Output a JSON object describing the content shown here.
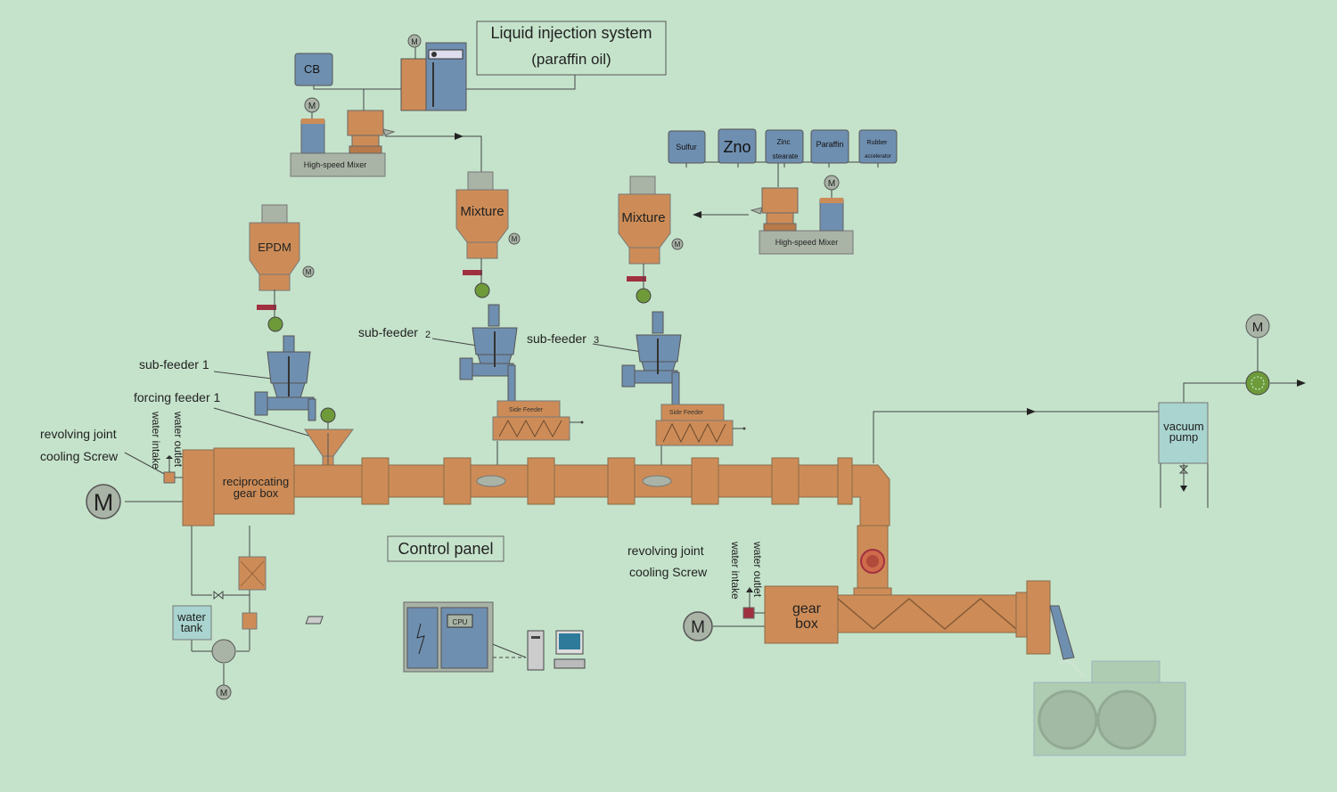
{
  "liquid": {
    "line1": "Liquid injection system",
    "line2": "(paraffin oil)"
  },
  "hoppers": {
    "cb": "CB",
    "epdm": "EPDM",
    "mixture": "Mixture"
  },
  "additives": {
    "sulfur": "Sulfur",
    "zno": "Zno",
    "zinc1": "Zinc",
    "zinc2": "stearate",
    "paraffin": "Paraffin",
    "rubber1": "Rubber",
    "rubber2": "accelerator"
  },
  "mixer": "High-speed  Mixer",
  "motor": "M",
  "side_feeder": "Side Feeder",
  "labels": {
    "sub1": "sub-feeder 1",
    "sub2": "sub-feeder",
    "sub2_num": "2",
    "sub3": "sub-feeder",
    "sub3_num": "3",
    "forcing": "forcing feeder 1",
    "revolving": "revolving joint",
    "cooling": "cooling Screw",
    "water_outlet": "water outlet",
    "water_intake": "water intake",
    "reciprocating1": "reciprocating",
    "reciprocating2": "gear box",
    "gear1": "gear",
    "gear2": "box",
    "vacuum1": "vacuum",
    "vacuum2": "pump",
    "water_tank1": "water",
    "water_tank2": "tank",
    "control_panel": "Control panel",
    "cpu": "CPU"
  },
  "colors": {
    "background": "#c5e3cb",
    "orange": "#cd8c57",
    "blue": "#6f8fb0",
    "gray": "#a9b3a6",
    "green_valve": "#6e9a3a",
    "red": "#a03040"
  }
}
